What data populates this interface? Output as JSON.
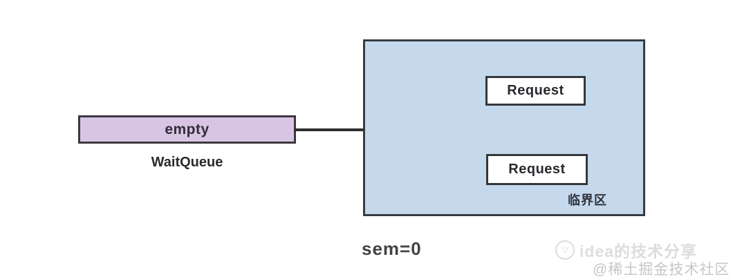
{
  "diagram": {
    "wait_queue": {
      "box_label": "empty",
      "caption": "WaitQueue"
    },
    "critical_section": {
      "label": "临界区",
      "requests": [
        "Request",
        "Request"
      ]
    },
    "sem_label": "sem=0",
    "icons": {
      "arrow_right": "right-arrowhead"
    },
    "colors": {
      "wait_queue_fill": "#d8c5e4",
      "critical_section_fill": "#c6d9ec",
      "box_border": "#34373c",
      "line": "#2d2d2f",
      "background": "#ffffff"
    }
  },
  "watermark": {
    "logo_icon": "smiley-face-icon",
    "logo_glyph": "ツ",
    "line1": "idea的技术分享",
    "line2": "@稀土掘金技术社区"
  }
}
